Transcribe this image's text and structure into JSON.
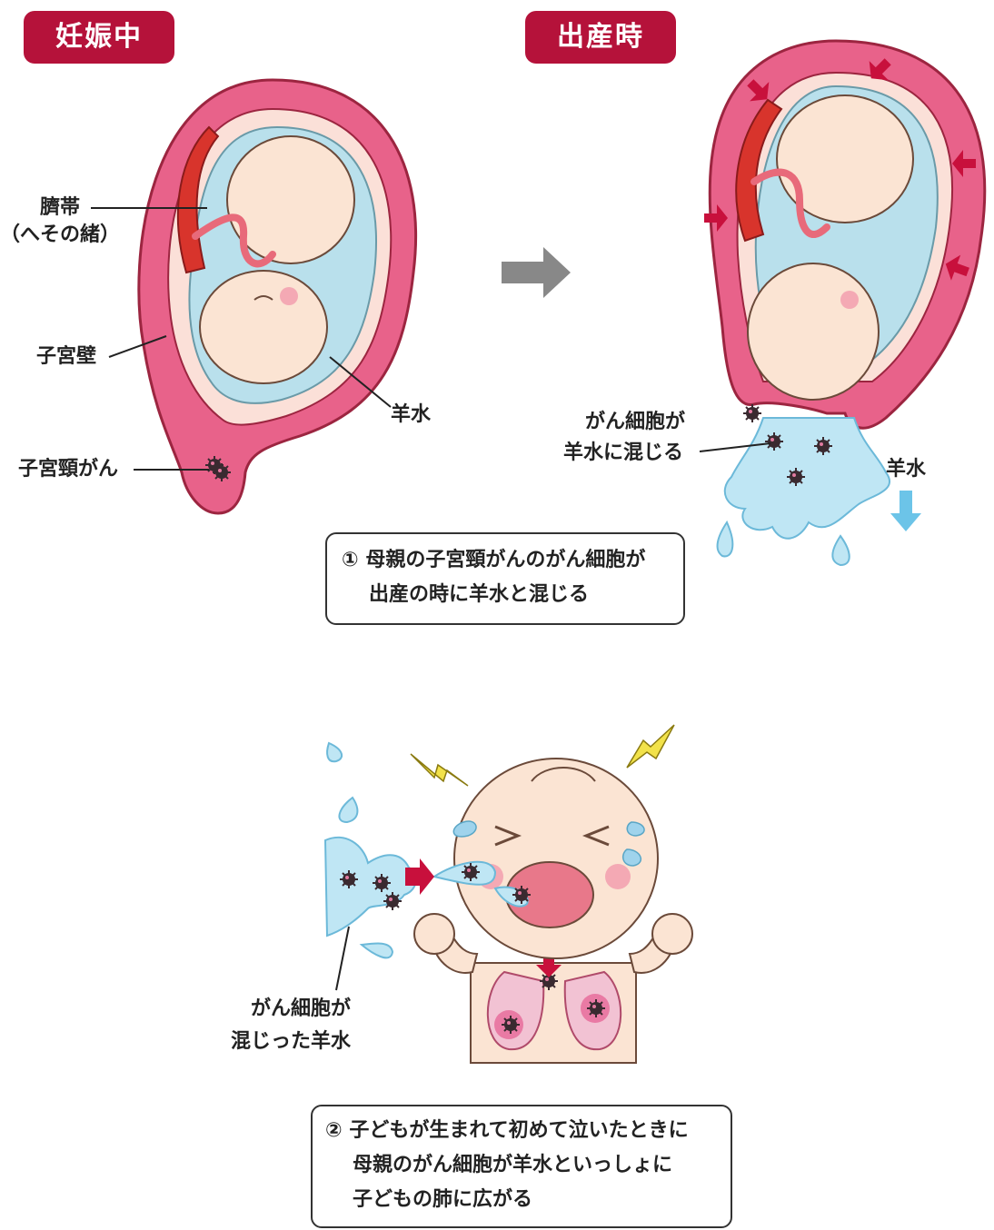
{
  "headers": {
    "pregnancy": "妊娠中",
    "delivery": "出産時"
  },
  "labels": {
    "umbilical_cord_1": "臍帯",
    "umbilical_cord_2": "（へその緒）",
    "uterine_wall": "子宮壁",
    "amniotic_fluid_left": "羊水",
    "cervical_cancer": "子宮頸がん",
    "cancer_cells_mix_1": "がん細胞が",
    "cancer_cells_mix_2": "羊水に混じる",
    "amniotic_fluid_right": "羊水",
    "mixed_fluid_1": "がん細胞が",
    "mixed_fluid_2": "混じった羊水"
  },
  "captions": {
    "step1": {
      "number": "①",
      "line1": "母親の子宮頸がんのがん細胞が",
      "line2": "出産の時に羊水と混じる"
    },
    "step2": {
      "number": "②",
      "line1": "子どもが生まれて初めて泣いたときに",
      "line2": "母親のがん細胞が羊水といっしょに",
      "line3": "子どもの肺に広がる"
    }
  },
  "colors": {
    "badge": "#b5123a",
    "uterus": "#e8628a",
    "uterus_outline": "#9c2540",
    "amniotic": "#b9e0ec",
    "skin": "#fbe4d3",
    "arrow_gray": "#888888",
    "arrow_red": "#c8103c",
    "arrow_blue": "#6cc4e8",
    "lightning": "#f2e24a",
    "cancer_cell": "#3a2a30"
  },
  "icons": {
    "transition_arrow": "gray-right-arrow",
    "fluid_down_arrow": "blue-down-arrow",
    "cry_arrow": "red-right-arrow",
    "lightning": "lightning-icon",
    "cancer_cell": "cancer-cell-icon"
  }
}
